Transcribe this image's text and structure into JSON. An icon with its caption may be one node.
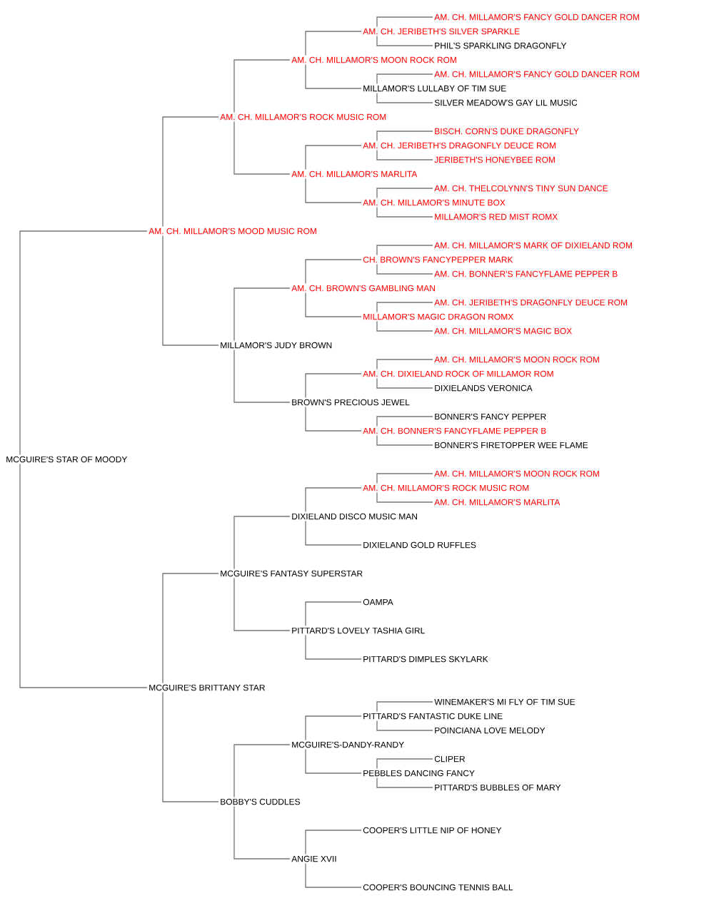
{
  "diagram": {
    "nodes": [
      {
        "text": [
          "AM. CH. MILLAMOR'S FANCY GOLD DANCER ROM"
        ]
      },
      {
        "text": [
          "AM. CH. JERIBETH'S SILVER SPARKLE"
        ]
      },
      {
        "text": [
          "PHIL'S SPARKLING DRAGONFLY"
        ]
      },
      {
        "text": [
          "AM. CH. MILLAMOR'S MOON ROCK ROM"
        ]
      },
      {
        "text": [
          "AM. CH. MILLAMOR'S FANCY GOLD DANCER ROM"
        ]
      },
      {
        "text": [
          "MILLAMOR'S LULLABY OF TIM SUE"
        ]
      },
      {
        "text": [
          "SILVER MEADOW'S GAY LIL MUSIC"
        ]
      },
      {
        "text": [
          "AM. CH. MILLAMOR'S ROCK MUSIC ROM"
        ]
      },
      {
        "text": [
          "BISCH. CORN'S DUKE DRAGONFLY"
        ]
      },
      {
        "text": [
          "AM. CH. JERIBETH'S DRAGONFLY DEUCE ROM"
        ]
      },
      {
        "text": [
          "JERIBETH'S HONEYBEE ROM"
        ]
      },
      {
        "text": [
          "AM. CH. MILLAMOR'S MARLITA"
        ]
      },
      {
        "text": [
          "AM. CH. THELCOLYNN'S TINY SUN DANCE"
        ]
      },
      {
        "text": [
          "AM. CH. MILLAMOR'S MINUTE BOX"
        ]
      },
      {
        "text": [
          "MILLAMOR'S RED MIST ROMX"
        ]
      },
      {
        "text": [
          "AM. CH. MILLAMOR'S MOOD MUSIC ROM"
        ]
      },
      {
        "text": [
          "AM. CH. MILLAMOR'S MARK OF DIXIELAND ROM"
        ]
      },
      {
        "text": [
          "CH. BROWN'S FANCYPEPPER MARK"
        ]
      },
      {
        "text": [
          "AM. CH. BONNER'S FANCYFLAME PEPPER B"
        ]
      },
      {
        "text": [
          "AM. CH. BROWN'S GAMBLING MAN"
        ]
      },
      {
        "text": [
          "AM. CH. JERIBETH'S DRAGONFLY DEUCE ROM"
        ]
      },
      {
        "text": [
          "MILLAMOR'S MAGIC DRAGON ROMX"
        ]
      },
      {
        "text": [
          "AM. CH. MILLAMOR'S MAGIC BOX"
        ]
      },
      {
        "text": [
          "MILLAMOR'S JUDY BROWN"
        ]
      },
      {
        "text": [
          "AM. CH. MILLAMOR'S MOON ROCK ROM"
        ]
      },
      {
        "text": [
          "AM. CH. DIXIELAND ROCK OF MILLAMOR ROM"
        ]
      },
      {
        "text": [
          "DIXIELANDS VERONICA"
        ]
      },
      {
        "text": [
          "BROWN'S PRECIOUS JEWEL"
        ]
      },
      {
        "text": [
          "BONNER'S FANCY PEPPER"
        ]
      },
      {
        "text": [
          "AM. CH. BONNER'S FANCYFLAME PEPPER B"
        ]
      },
      {
        "text": [
          "BONNER'S FIRETOPPER WEE FLAME"
        ]
      },
      {
        "text": [
          "MCGUIRE'S STAR OF MOODY"
        ]
      },
      {
        "text": [
          "AM. CH. MILLAMOR'S MOON ROCK ROM"
        ]
      },
      {
        "text": [
          "AM. CH. MILLAMOR'S ROCK MUSIC ROM"
        ]
      },
      {
        "text": [
          "AM. CH. MILLAMOR'S MARLITA"
        ]
      },
      {
        "text": [
          "DIXIELAND DISCO MUSIC MAN"
        ]
      },
      {
        "text": [
          "DIXIELAND GOLD RUFFLES"
        ]
      },
      {
        "text": [
          "MCGUIRE'S FANTASY SUPERSTAR"
        ]
      },
      {
        "text": [
          "OAMPA"
        ]
      },
      {
        "text": [
          "PITTARD'S LOVELY TASHIA GIRL"
        ]
      },
      {
        "text": [
          "PITTARD'S DIMPLES SKYLARK"
        ]
      },
      {
        "text": [
          "MCGUIRE'S BRITTANY STAR"
        ]
      },
      {
        "text": [
          "WINEMAKER'S MI FLY OF TIM SUE"
        ]
      },
      {
        "text": [
          "PITTARD'S FANTASTIC DUKE LINE"
        ]
      },
      {
        "text": [
          "POINCIANA LOVE MELODY"
        ]
      },
      {
        "text": [
          "MCGUIRE'S-DANDY-RANDY"
        ]
      },
      {
        "text": [
          "CLIPER"
        ]
      },
      {
        "text": [
          "PEBBLES DANCING FANCY"
        ]
      },
      {
        "text": [
          "PITTARD'S BUBBLES OF MARY"
        ]
      },
      {
        "text": [
          "BOBBY'S CUDDLES"
        ]
      },
      {
        "text": [
          "COOPER'S LITTLE NIP OF HONEY"
        ]
      },
      {
        "text": [
          "ANGIE XVII"
        ]
      },
      {
        "text": [
          "COOPER'S BOUNCING TENNIS BALL"
        ]
      }
    ],
    "edges": [
      {
        "from": 31,
        "to": 15,
        "arrow": "none"
      },
      {
        "from": 31,
        "to": 41,
        "arrow": "none"
      },
      {
        "from": 15,
        "to": 7,
        "arrow": "none"
      },
      {
        "from": 15,
        "to": 23,
        "arrow": "none"
      },
      {
        "from": 7,
        "to": 3,
        "arrow": "none"
      },
      {
        "from": 7,
        "to": 11,
        "arrow": "none"
      },
      {
        "from": 3,
        "to": 1,
        "arrow": "none"
      },
      {
        "from": 3,
        "to": 5,
        "arrow": "none"
      },
      {
        "from": 1,
        "to": 0,
        "arrow": "none"
      },
      {
        "from": 1,
        "to": 2,
        "arrow": "none"
      },
      {
        "from": 5,
        "to": 4,
        "arrow": "none"
      },
      {
        "from": 5,
        "to": 6,
        "arrow": "none"
      },
      {
        "from": 11,
        "to": 9,
        "arrow": "none"
      },
      {
        "from": 11,
        "to": 13,
        "arrow": "none"
      },
      {
        "from": 9,
        "to": 8,
        "arrow": "none"
      },
      {
        "from": 9,
        "to": 10,
        "arrow": "none"
      },
      {
        "from": 13,
        "to": 12,
        "arrow": "none"
      },
      {
        "from": 13,
        "to": 14,
        "arrow": "none"
      },
      {
        "from": 23,
        "to": 19,
        "arrow": "none"
      },
      {
        "from": 23,
        "to": 27,
        "arrow": "none"
      },
      {
        "from": 19,
        "to": 17,
        "arrow": "none"
      },
      {
        "from": 19,
        "to": 21,
        "arrow": "none"
      },
      {
        "from": 17,
        "to": 16,
        "arrow": "none"
      },
      {
        "from": 17,
        "to": 18,
        "arrow": "none"
      },
      {
        "from": 21,
        "to": 20,
        "arrow": "none"
      },
      {
        "from": 21,
        "to": 22,
        "arrow": "none"
      },
      {
        "from": 27,
        "to": 25,
        "arrow": "none"
      },
      {
        "from": 27,
        "to": 29,
        "arrow": "none"
      },
      {
        "from": 25,
        "to": 24,
        "arrow": "none"
      },
      {
        "from": 25,
        "to": 26,
        "arrow": "none"
      },
      {
        "from": 29,
        "to": 28,
        "arrow": "none"
      },
      {
        "from": 29,
        "to": 30,
        "arrow": "none"
      },
      {
        "from": 41,
        "to": 37,
        "arrow": "none"
      },
      {
        "from": 41,
        "to": 49,
        "arrow": "none"
      },
      {
        "from": 37,
        "to": 35,
        "arrow": "none"
      },
      {
        "from": 37,
        "to": 39,
        "arrow": "none"
      },
      {
        "from": 35,
        "to": 33,
        "arrow": "none"
      },
      {
        "from": 35,
        "to": 36,
        "arrow": "none"
      },
      {
        "from": 33,
        "to": 32,
        "arrow": "none"
      },
      {
        "from": 33,
        "to": 34,
        "arrow": "none"
      },
      {
        "from": 39,
        "to": 38,
        "arrow": "none"
      },
      {
        "from": 39,
        "to": 40,
        "arrow": "none"
      },
      {
        "from": 49,
        "to": 45,
        "arrow": "none"
      },
      {
        "from": 49,
        "to": 51,
        "arrow": "none"
      },
      {
        "from": 45,
        "to": 43,
        "arrow": "none"
      },
      {
        "from": 45,
        "to": 47,
        "arrow": "none"
      },
      {
        "from": 43,
        "to": 42,
        "arrow": "none"
      },
      {
        "from": 43,
        "to": 44,
        "arrow": "none"
      },
      {
        "from": 47,
        "to": 46,
        "arrow": "none"
      },
      {
        "from": 47,
        "to": 48,
        "arrow": "none"
      },
      {
        "from": 51,
        "to": 50,
        "arrow": "none"
      },
      {
        "from": 51,
        "to": 52,
        "arrow": "none"
      }
    ]
  }
}
